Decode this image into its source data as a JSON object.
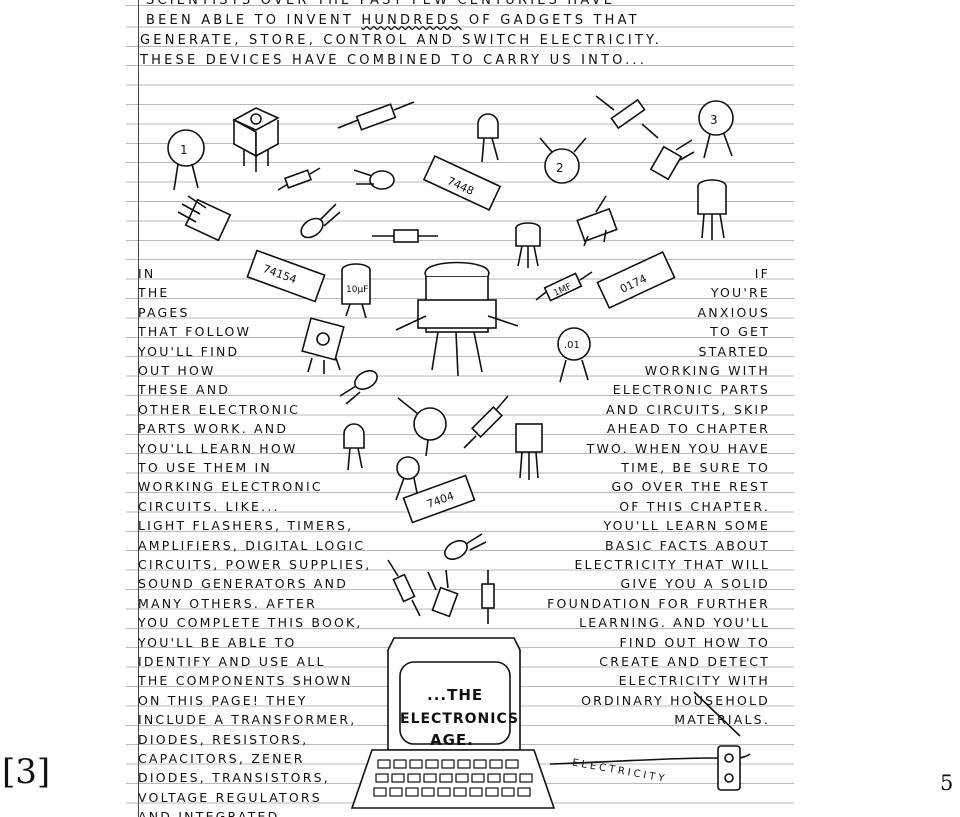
{
  "top_lines": [
    "SCIENTISTS OVER THE PAST FEW CENTURIES HAVE",
    "BEEN ABLE TO INVENT HUNDREDS OF GADGETS THAT",
    "GENERATE, STORE, CONTROL AND SWITCH ELECTRICITY.",
    "THESE DEVICES HAVE COMBINED TO CARRY US INTO..."
  ],
  "left_lines": [
    "IN",
    "THE",
    "PAGES",
    "THAT FOLLOW",
    "YOU'LL FIND",
    "OUT HOW",
    "THESE AND",
    "OTHER ELECTRONIC",
    "PARTS WORK. AND",
    "YOU'LL LEARN HOW",
    "TO USE THEM IN",
    "WORKING ELECTRONIC",
    "CIRCUITS. LIKE...",
    "LIGHT FLASHERS, TIMERS,",
    "AMPLIFIERS, DIGITAL LOGIC",
    "CIRCUITS, POWER SUPPLIES,",
    "SOUND GENERATORS AND",
    "MANY OTHERS. AFTER",
    "YOU COMPLETE THIS BOOK,",
    "YOU'LL BE ABLE TO",
    "IDENTIFY AND USE ALL",
    "THE COMPONENTS SHOWN",
    "ON THIS PAGE! THEY",
    "INCLUDE A TRANSFORMER,",
    "DIODES, RESISTORS,",
    "CAPACITORS, ZENER",
    "DIODES, TRANSISTORS,",
    "VOLTAGE REGULATORS",
    "AND INTEGRATED"
  ],
  "right_lines": [
    "IF",
    "YOU'RE",
    "ANXIOUS",
    "TO GET",
    "STARTED",
    "WORKING WITH",
    "ELECTRONIC PARTS",
    "AND CIRCUITS, SKIP",
    "AHEAD TO CHAPTER",
    "TWO. WHEN YOU HAVE",
    "TIME, BE SURE TO",
    "GO OVER THE REST",
    "OF THIS CHAPTER.",
    "YOU'LL LEARN SOME",
    "BASIC FACTS ABOUT",
    "ELECTRICITY THAT WILL",
    "GIVE YOU A SOLID",
    "FOUNDATION FOR FURTHER",
    "LEARNING. AND YOU'LL",
    "FIND OUT HOW TO",
    "CREATE AND DETECT",
    "ELECTRICITY WITH",
    "ORDINARY HOUSEHOLD",
    "MATERIALS."
  ],
  "screen": {
    "line1": "...THE",
    "line2": "ELECTRONICS",
    "line3": "AGE."
  },
  "cord_label": "ELECTRICITY",
  "chip_labels": {
    "chip1": "7448",
    "chip2": "74154",
    "chip3": "0174",
    "chip4": "7404"
  },
  "component_labels": {
    "cap1": "1",
    "cap2": "2",
    "cap3": "3",
    "cap_10": ".01",
    "res": "1MF",
    "cap_small": "10μF"
  },
  "reference": "[3]",
  "page_number": "5"
}
